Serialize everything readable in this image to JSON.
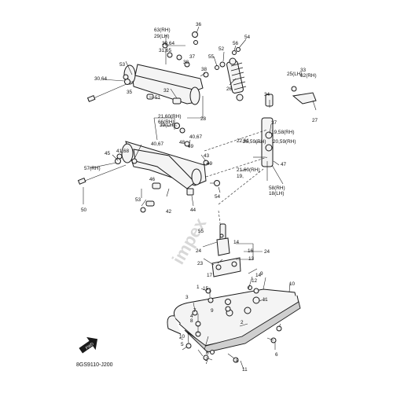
{
  "watermark": "impex",
  "diagram_code": "8GS9110-J200",
  "part_labels": [
    "36",
    "63(RH)",
    "29(LH)",
    "30,64",
    "31,65",
    "37",
    "38",
    "56",
    "54",
    "55",
    "52",
    "53",
    "30,64",
    "35",
    "38",
    "33",
    "62(RH)",
    "25(LH)",
    "27",
    "26",
    "51",
    "32",
    "34",
    "28",
    "37",
    "19,58(RH)",
    "20,59(RH)",
    "21,60(RH)",
    "66(RH)",
    "39(LH)",
    "40,67",
    "41,68",
    "40,67",
    "48",
    "49",
    "47",
    "22,61",
    "26,59(RH)",
    "21,60(RH)",
    "19,",
    "58(RH)",
    "18(LH)",
    "57(RH)",
    "45",
    "49",
    "43",
    "54",
    "50",
    "46",
    "53",
    "42",
    "44",
    "55",
    "14",
    "24",
    "16",
    "13",
    "24",
    "23",
    "17",
    "14",
    "9",
    "10",
    "1",
    "15",
    "12",
    "3",
    "11",
    "7",
    "9",
    "4",
    "8",
    "2",
    "10",
    "5",
    "6",
    "7",
    "8",
    "6",
    "11",
    "3"
  ],
  "icons": {
    "front_arrow": "front-arrow-icon"
  }
}
